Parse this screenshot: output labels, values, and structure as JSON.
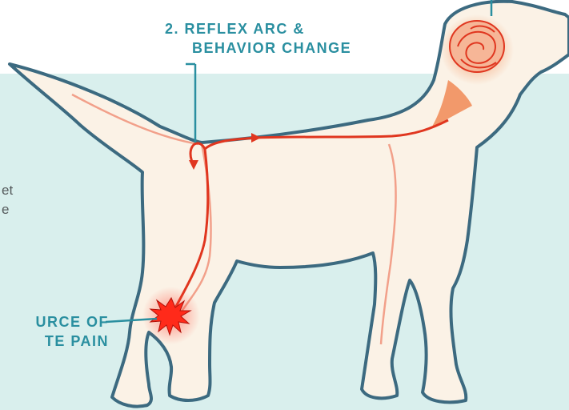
{
  "labels": {
    "reflex_line1": "2. REFLEX ARC &",
    "reflex_line2": "BEHAVIOR CHANGE",
    "source_line1": "URCE OF",
    "source_line2": "TE PAIN"
  },
  "side_text": {
    "line1": "et",
    "line2": "e"
  },
  "colors": {
    "teal_band": "#d9efed",
    "outline": "#3c6a80",
    "body_fill": "#fbf2e6",
    "nerve_main": "#e0361f",
    "nerve_light": "#f2a08a",
    "label": "#2a8fa0",
    "brain": "#f08a55"
  },
  "icons": {
    "pain": "starburst-icon",
    "brain": "brain-icon"
  }
}
